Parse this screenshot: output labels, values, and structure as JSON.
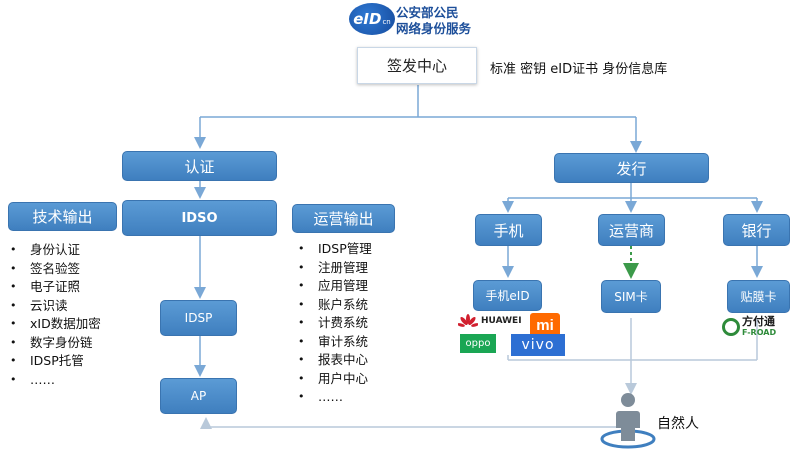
{
  "logo": {
    "mark": "eID",
    "mark_suffix": "cn",
    "line1": "公安部公民",
    "line2": "网络身份服务"
  },
  "center": {
    "label": "签发中心",
    "caption": "标准  密钥  eID证书  身份信息库"
  },
  "nodes": {
    "renzheng": "认证",
    "faxing": "发行",
    "idso": "IDSO",
    "tech_output": "技术输出",
    "ops_output": "运营输出",
    "idsp": "IDSP",
    "ap": "AP",
    "phone": "手机",
    "carrier": "运营商",
    "bank": "银行",
    "phone_eid": "手机eID",
    "sim": "SIM卡",
    "sticker": "贴膜卡"
  },
  "tech_list": [
    "身份认证",
    "签名验签",
    "电子证照",
    "云识读",
    "xID数据加密",
    "数字身份链",
    "IDSP托管",
    "……"
  ],
  "ops_list": [
    "IDSP管理",
    "注册管理",
    "应用管理",
    "账户系统",
    "计费系统",
    "审计系统",
    "报表中心",
    "用户中心",
    "……"
  ],
  "brands": {
    "huawei": "HUAWEI",
    "mi": "mi",
    "oppo": "oppo",
    "vivo": "vivo",
    "froad_cn": "方付通",
    "froad_en": "F-ROAD"
  },
  "person": "自然人",
  "colors": {
    "node_fill": "#4a8ad0",
    "line": "#7aa8d6",
    "dashed_green": "#3c9a4a",
    "huawei": "#d1202f",
    "mi": "#ff6a00",
    "oppo": "#1aa654",
    "vivo": "#2d6fd3"
  }
}
